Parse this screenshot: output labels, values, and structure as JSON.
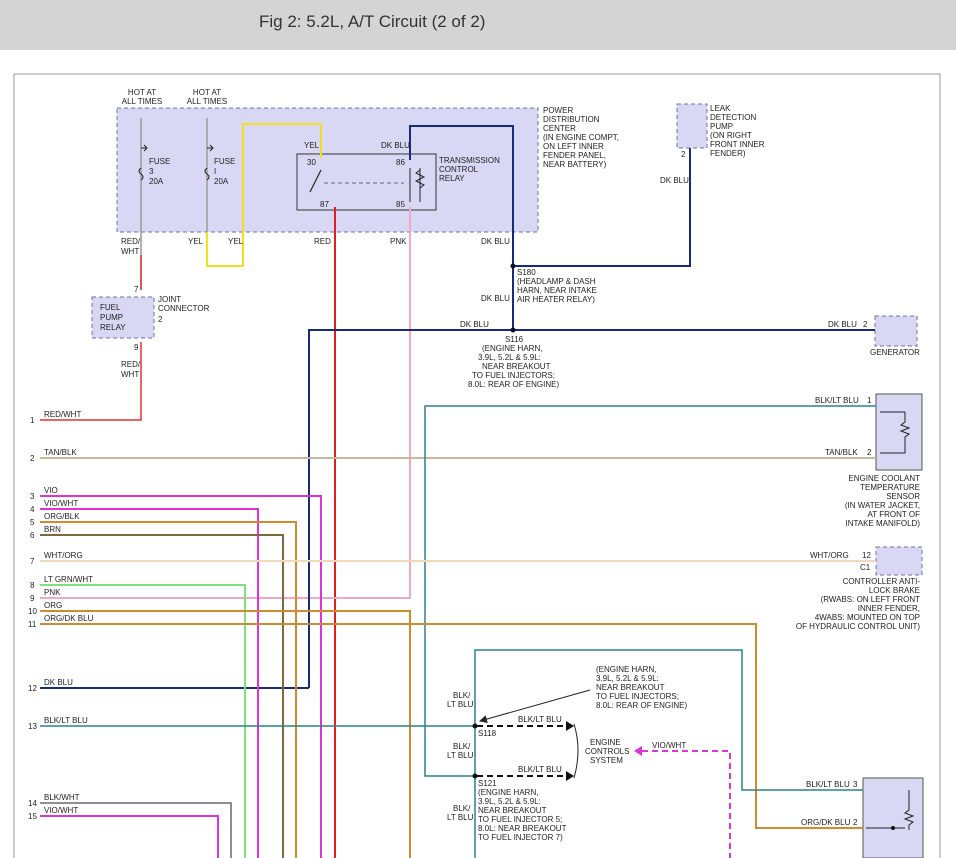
{
  "title": "Fig 2: 5.2L, A/T Circuit (2 of 2)",
  "colors": {
    "box_fill": "#d8d8f4",
    "red_wht": "#e03030",
    "tan_blk": "#c8b89a",
    "vio": "#dd33dd",
    "orange": "#d08a30",
    "brown": "#806840",
    "wht_org": "#f1d8b8",
    "lt_grn": "#7ee07e",
    "pink": "#f0a8c8",
    "dk_blu": "#1a2a7a",
    "blk_lt_blu": "#2a8090",
    "yellow": "#f0e020",
    "red": "#e02020"
  },
  "top": {
    "hot1": [
      "HOT AT",
      "ALL TIMES"
    ],
    "hot2": [
      "HOT AT",
      "ALL TIMES"
    ],
    "fuse1": [
      "FUSE",
      "3",
      "20A"
    ],
    "fuse2": [
      "FUSE",
      "I",
      "20A"
    ],
    "pdc": [
      "POWER",
      "DISTRIBUTION",
      "CENTER",
      "(IN ENGINE COMPT,",
      "ON LEFT INNER",
      "FENDER PANEL,",
      "NEAR BATTERY)"
    ],
    "tcr": [
      "TRANSMISSION",
      "CONTROL",
      "RELAY"
    ],
    "relay_pins": {
      "p30": "30",
      "p86": "86",
      "p87": "87",
      "p85": "85"
    },
    "yel_top": "YEL",
    "dkblu_top": "DK BLU",
    "leak": [
      "LEAK",
      "DETECTION",
      "PUMP",
      "(ON RIGHT",
      "FRONT INNER",
      "FENDER)"
    ],
    "leak_pin": "2",
    "leak_wire": "DK BLU"
  },
  "mid": {
    "red_wht": [
      "RED/",
      "WHT"
    ],
    "yel1": "YEL",
    "yel2": "YEL",
    "red": "RED",
    "pnk": "PNK",
    "dk_blu": "DK BLU",
    "s180": [
      "S180",
      "(HEADLAMP & DASH",
      "HARN, NEAR INTAKE",
      "AIR HEATER RELAY)"
    ],
    "dk_blu2": "DK BLU",
    "fpr": [
      "FUEL",
      "PUMP",
      "RELAY"
    ],
    "jc": [
      "JOINT",
      "CONNECTOR"
    ],
    "pin7": "7",
    "pin2": "2",
    "pin9": "9",
    "red_wht2": [
      "RED/",
      "WHT"
    ],
    "dk_blu3": "DK BLU",
    "s116": [
      "S116",
      "(ENGINE HARN,",
      "3.9L, 5.2L & 5.9L:",
      "NEAR BREAKOUT",
      "TO FUEL INJECTORS;",
      "8.0L: REAR OF ENGINE)"
    ],
    "dk_blu_gen": "DK BLU",
    "gen_pin": "2",
    "gen": "GENERATOR"
  },
  "left_wires": [
    {
      "num": "1",
      "label": "RED/WHT"
    },
    {
      "num": "2",
      "label": "TAN/BLK"
    },
    {
      "num": "3",
      "label": "VIO"
    },
    {
      "num": "4",
      "label": "VIO/WHT"
    },
    {
      "num": "5",
      "label": "ORG/BLK"
    },
    {
      "num": "6",
      "label": "BRN"
    },
    {
      "num": "7",
      "label": "WHT/ORG"
    },
    {
      "num": "8",
      "label": "LT GRN/WHT"
    },
    {
      "num": "9",
      "label": "PNK"
    },
    {
      "num": "10",
      "label": "ORG"
    },
    {
      "num": "11",
      "label": "ORG/DK BLU"
    },
    {
      "num": "12",
      "label": "DK BLU"
    },
    {
      "num": "13",
      "label": "BLK/LT BLU"
    },
    {
      "num": "14",
      "label": "BLK/WHT"
    },
    {
      "num": "15",
      "label": "VIO/WHT"
    }
  ],
  "right": {
    "ect_wire1": "BLK/LT BLU",
    "ect_pin1": "1",
    "ect_wire2": "TAN/BLK",
    "ect_pin2": "2",
    "ect": [
      "ENGINE COOLANT",
      "TEMPERATURE",
      "SENSOR",
      "(IN WATER JACKET,",
      "AT FRONT OF",
      "INTAKE MANIFOLD)"
    ],
    "cab_wire": "WHT/ORG",
    "cab_pin": "12",
    "cab_conn": "C1",
    "cab": [
      "CONTROLLER ANTI-",
      "LOCK BRAKE",
      "(RWABS: ON LEFT FRONT",
      "INNER FENDER,",
      "4WABS: MOUNTED ON TOP",
      "OF HYDRAULIC CONTROL UNIT)"
    ],
    "bot_wire1": "BLK/LT BLU",
    "bot_pin1": "3",
    "bot_wire2": "ORG/DK BLU",
    "bot_pin2": "2"
  },
  "bottom": {
    "eh_note": [
      "(ENGINE HARN,",
      "3.9L, 5.2L & 5.9L:",
      "NEAR BREAKOUT",
      "TO FUEL INJECTORS;",
      "8.0L: REAR OF ENGINE)"
    ],
    "blk_lt_blu_v1": [
      "BLK/",
      "LT BLU"
    ],
    "s118": "S118",
    "s118_wire": "BLK/LT BLU",
    "blk_lt_blu_v2": [
      "BLK/",
      "LT BLU"
    ],
    "s121_wire": "BLK/LT BLU",
    "ecs": [
      "ENGINE",
      "CONTROLS",
      "SYSTEM"
    ],
    "vio_wht": "VIO/WHT",
    "s121": [
      "S121",
      "(ENGINE HARN,",
      "3.9L, 5.2L & 5.9L:",
      "NEAR BREAKOUT",
      "TO FUEL INJECTOR 5;",
      "8.0L: NEAR BREAKOUT",
      "TO FUEL INJECTOR 7)"
    ],
    "blk_lt_blu_v3": [
      "BLK/",
      "LT BLU"
    ]
  }
}
